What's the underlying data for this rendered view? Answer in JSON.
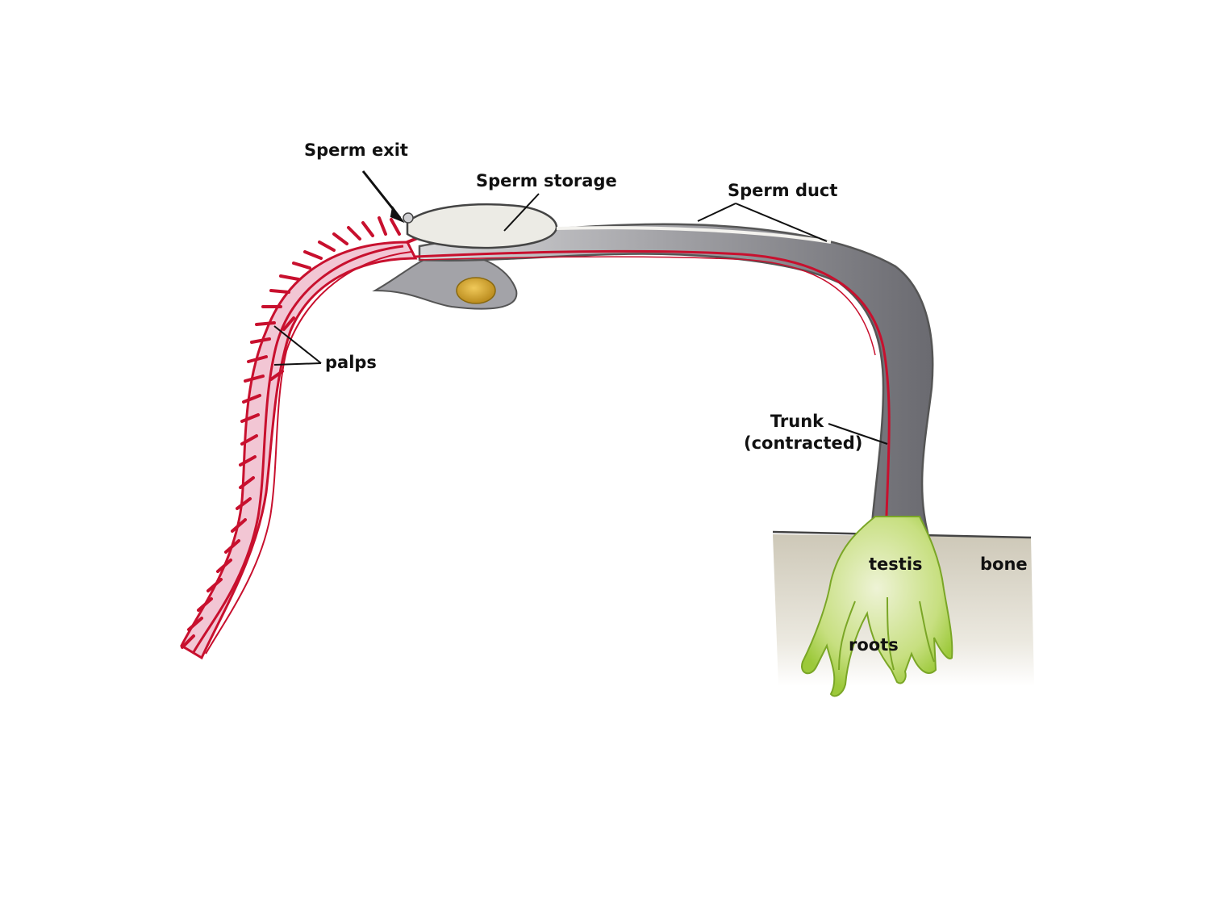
{
  "diagram": {
    "labels": {
      "sperm_exit": "Sperm exit",
      "sperm_storage": "Sperm storage",
      "sperm_duct": "Sperm duct",
      "palps": "palps",
      "trunk_line1": "Trunk",
      "trunk_line2": "(contracted)",
      "testis": "testis",
      "bone": "bone",
      "roots": "roots"
    },
    "colors": {
      "palp_red": "#c8102e",
      "palp_pink": "#f2c6d4",
      "body_gray": "#a9a9ad",
      "body_dark": "#6f6f74",
      "storage_fill": "#ecebe5",
      "egg_yellow": "#d9a82b",
      "root_green": "#a8d24a",
      "bone_tan": "#cfc9b8",
      "label_text": "#111111"
    }
  }
}
